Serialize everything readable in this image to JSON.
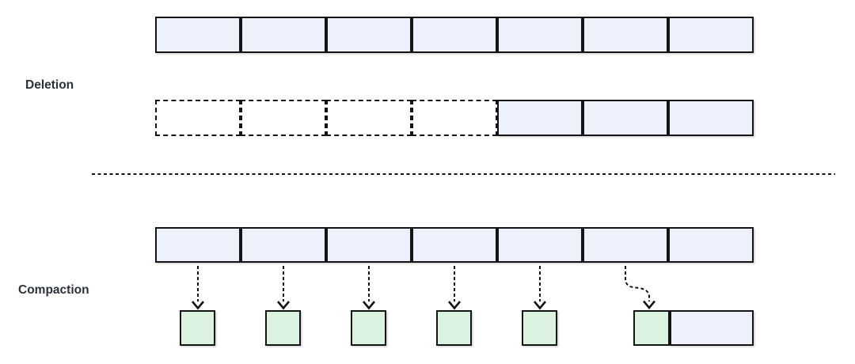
{
  "labels": {
    "deletion": "Deletion",
    "compaction": "Compaction"
  },
  "colors": {
    "background": "#ffffff",
    "segment_fill": "#edf1fb",
    "segment_border": "#141414",
    "compacted_fill": "#dcf2e0",
    "label_text": "#2b313b"
  },
  "deletion": {
    "before_row_segment_count": 7,
    "deleted_segment_count": 4,
    "retained_segment_count": 3
  },
  "compaction": {
    "source_row_segment_count": 7,
    "straight_arrow_count": 5,
    "curved_arrow_count": 1,
    "compacted_box_count": 6,
    "remaining_segment_count": 1
  }
}
